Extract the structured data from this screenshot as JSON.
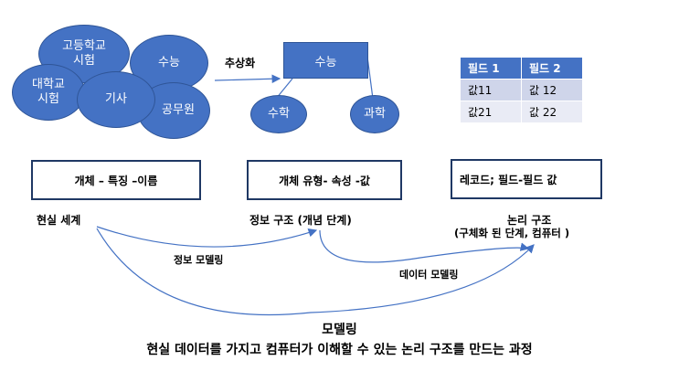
{
  "real_world": {
    "blobs": [
      {
        "label": "고등학교\n시험"
      },
      {
        "label": "수능"
      },
      {
        "label": "대학교\n시험"
      },
      {
        "label": "기사"
      },
      {
        "label": "공무원"
      }
    ],
    "box_text": "개체 – 특징 –이름",
    "caption": "현실 세계"
  },
  "abstraction_label": "추상화",
  "info": {
    "root": "수능",
    "children": [
      "수학",
      "과학"
    ],
    "box_text": "개체 유형- 속성 -값",
    "caption": "정보 구조 (개념 단계)"
  },
  "table": {
    "headers": [
      "필드 1",
      "필드 2"
    ],
    "rows": [
      [
        "값11",
        "값 12"
      ],
      [
        "값21",
        "값 22"
      ]
    ]
  },
  "logic": {
    "box_text": "레코드; 필드-필드 값",
    "caption_line1": "논리 구조",
    "caption_line2": "(구체화 된 단계, 컴퓨터 )"
  },
  "arcs": {
    "info_modeling": "정보 모델링",
    "data_modeling": "데이터 모델링"
  },
  "footer": {
    "title": "모델링",
    "subtitle": "현실 데이터를 가지고 컴퓨터가 이해할 수 있는 논리 구조를 만드는 과정"
  }
}
